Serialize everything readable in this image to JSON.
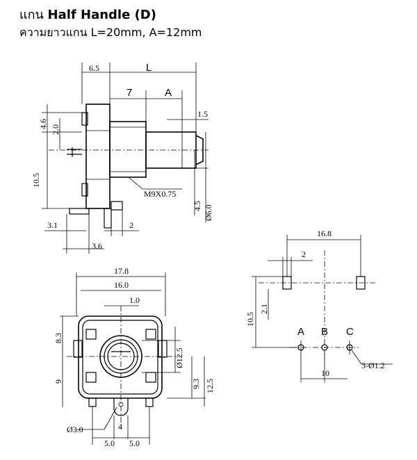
{
  "header": {
    "title_thai": "แกน",
    "title_en": "Half Handle (D)",
    "subtitle": "ความยาวแกน L=20mm, A=12mm"
  },
  "side_view": {
    "dims": {
      "d6_5": "6.5",
      "L": "L",
      "d7": "7",
      "A": "A",
      "d1_5": "1.5",
      "d4_6": "4.6",
      "d2_0": "2.0",
      "d10_5": "10.5",
      "thread": "M9X0.75",
      "d4_5": "4.5",
      "dia6": "Ø6.0",
      "d3_1": "3.1",
      "d2": "2",
      "d3_6": "3.6"
    }
  },
  "front_view": {
    "dims": {
      "d17_8": "17.8",
      "d16_0": "16.0",
      "d1_0": "1.0",
      "d8_3": "8.3",
      "d9": "9",
      "dia12_5": "Ø12.5",
      "d9_3": "9.3",
      "d12_5": "12.5",
      "dia3": "Ø3.0",
      "d4": "4",
      "d5_0a": "5.0",
      "d5_0b": "5.0"
    }
  },
  "pcb_layout": {
    "dims": {
      "d16_8": "16.8",
      "d2": "2",
      "d10_5": "10.5",
      "d2_1": "2.1",
      "d10": "10",
      "holes": "3-Ø1.2"
    },
    "pins": [
      "A",
      "B",
      "C"
    ]
  }
}
